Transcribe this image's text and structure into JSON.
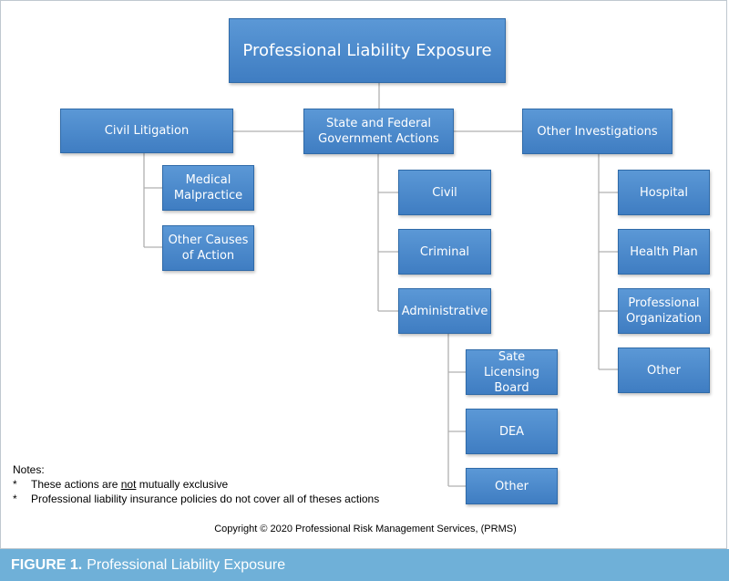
{
  "diagram": {
    "root": "Professional Liability Exposure",
    "branches": {
      "civil_litigation": {
        "label": "Civil Litigation",
        "children": [
          "Medical\nMalpractice",
          "Other Causes\nof Action"
        ]
      },
      "government_actions": {
        "label": "State and Federal\nGovernment Actions",
        "children": [
          "Civil",
          "Criminal",
          "Administrative"
        ],
        "administrative_children": [
          "Sate Licensing\nBoard",
          "DEA",
          "Other"
        ]
      },
      "other_investigations": {
        "label": "Other Investigations",
        "children": [
          "Hospital",
          "Health Plan",
          "Professional\nOrganization",
          "Other"
        ]
      }
    }
  },
  "notes": {
    "heading": "Notes:",
    "bullet": "*",
    "items": [
      {
        "before": "These actions are ",
        "underlined": "not",
        "after": " mutually exclusive"
      },
      {
        "before": "Professional liability insurance policies do not cover all of theses actions"
      }
    ]
  },
  "copyright": "Copyright © 2020 Professional Risk Management Services, (PRMS)",
  "caption": {
    "label": "FIGURE 1.",
    "title": "Professional Liability Exposure"
  }
}
